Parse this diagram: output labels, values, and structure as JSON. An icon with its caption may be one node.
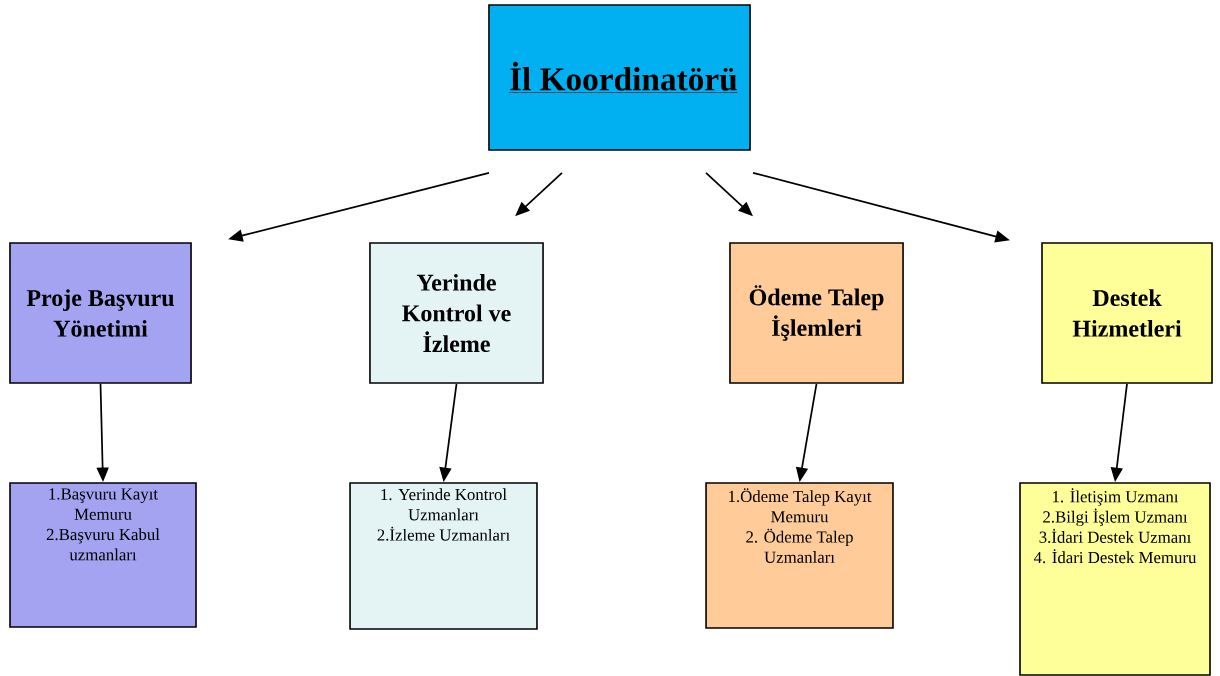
{
  "diagram": {
    "nodes": [
      {
        "text": [
          "İl Koordinatörü"
        ]
      },
      {
        "text": [
          "Proje Başvuru Yönetimi"
        ]
      },
      {
        "text": [
          "Yerinde Kontrol ve İzleme"
        ]
      },
      {
        "text": [
          "Ödeme Talep İşlemleri"
        ]
      },
      {
        "text": [
          "Destek Hizmetleri"
        ]
      },
      {
        "text": [
          "1.Başvuru Kayıt Memuru",
          "2.Başvuru Kabul uzmanları"
        ]
      },
      {
        "text": [
          "1.  Yerinde Kontrol Uzmanları",
          "2.İzleme Uzmanları"
        ]
      },
      {
        "text": [
          "1.Ödeme Talep Kayıt Memuru",
          "2. Ödeme Talep Uzmanları"
        ]
      },
      {
        "text": [
          "1. İletişim Uzmanı",
          "2.Bilgi İşlem Uzmanı",
          "3.İdari Destek Uzmanı",
          "4. İdari Destek Memuru"
        ]
      }
    ],
    "edges": [
      {
        "from": 0,
        "to": 1,
        "arrow": "to"
      },
      {
        "from": 0,
        "to": 2,
        "arrow": "to"
      },
      {
        "from": 0,
        "to": 3,
        "arrow": "to"
      },
      {
        "from": 0,
        "to": 4,
        "arrow": "to"
      },
      {
        "from": 1,
        "to": 5,
        "arrow": "to"
      },
      {
        "from": 2,
        "to": 6,
        "arrow": "to"
      },
      {
        "from": 3,
        "to": 7,
        "arrow": "to"
      },
      {
        "from": 4,
        "to": 8,
        "arrow": "to"
      }
    ]
  }
}
